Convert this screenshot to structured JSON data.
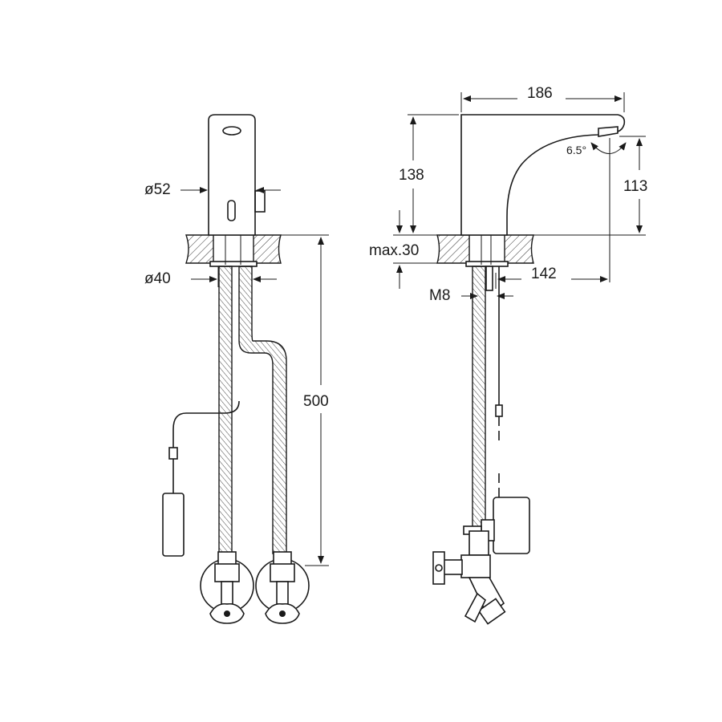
{
  "drawing": {
    "front_view": {
      "dim_body_diameter": "ø52",
      "dim_shank_diameter": "ø40",
      "dim_hose_length": "500"
    },
    "side_view": {
      "dim_width": "186",
      "dim_height": "138",
      "dim_outlet_height": "113",
      "dim_spout_angle": "6.5°",
      "dim_max_countertop": "max.30",
      "dim_projection": "142",
      "dim_thread": "M8"
    }
  }
}
